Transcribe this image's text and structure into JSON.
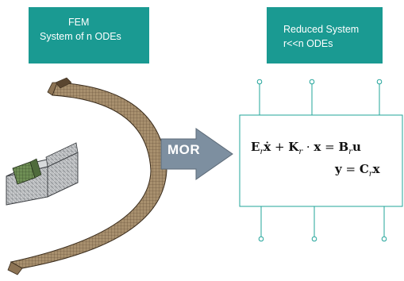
{
  "fem_box": {
    "line1": "FEM",
    "line2": "System of n ODEs"
  },
  "reduced_box": {
    "line1": "Reduced System",
    "line2": "r<<n ODEs"
  },
  "arrow": {
    "label": "MOR"
  },
  "colors": {
    "teal": "#1a9a92",
    "arrow_gray": "#7d8fa0",
    "ring_brown": "#a08767"
  }
}
